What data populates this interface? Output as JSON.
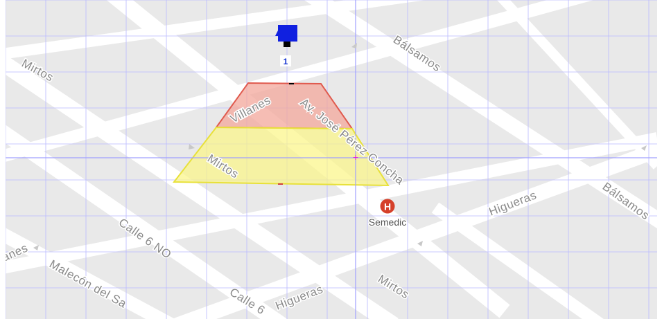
{
  "map": {
    "background": "#e9e9e9",
    "road_color": "#ffffff",
    "grid_color": "#b8b8ff",
    "crosshair_color": "#a0a0ff"
  },
  "street_labels": {
    "mirtos_top": "Mirtos",
    "balsamos_top": "Bálsamos",
    "villanes": "Villanes",
    "jose_perez": "Av. José Pérez Concha",
    "mirtos_mid": "Mirtos",
    "higueras_right": "Higueras",
    "balsamos_right": "Bálsamos",
    "calle_6_no": "Calle 6 NO",
    "anes": "anes",
    "malecon": "Malecón del Sa",
    "calle_6_bottom": "Calle 6",
    "higueras_bottom": "Higueras",
    "mirtos_bottom": "Mirtos"
  },
  "poi": {
    "name": "Semedic",
    "icon": "hospital-icon",
    "icon_letter": "H",
    "color": "#d5402a"
  },
  "marker": {
    "label": "1",
    "color": "#1020e0",
    "icon": "camera-icon"
  },
  "zones": {
    "far_color": "#f3a79b",
    "far_border": "#e05a4e",
    "near_color": "#fbf585",
    "near_border": "#e8e13a",
    "center_mark": "+"
  }
}
